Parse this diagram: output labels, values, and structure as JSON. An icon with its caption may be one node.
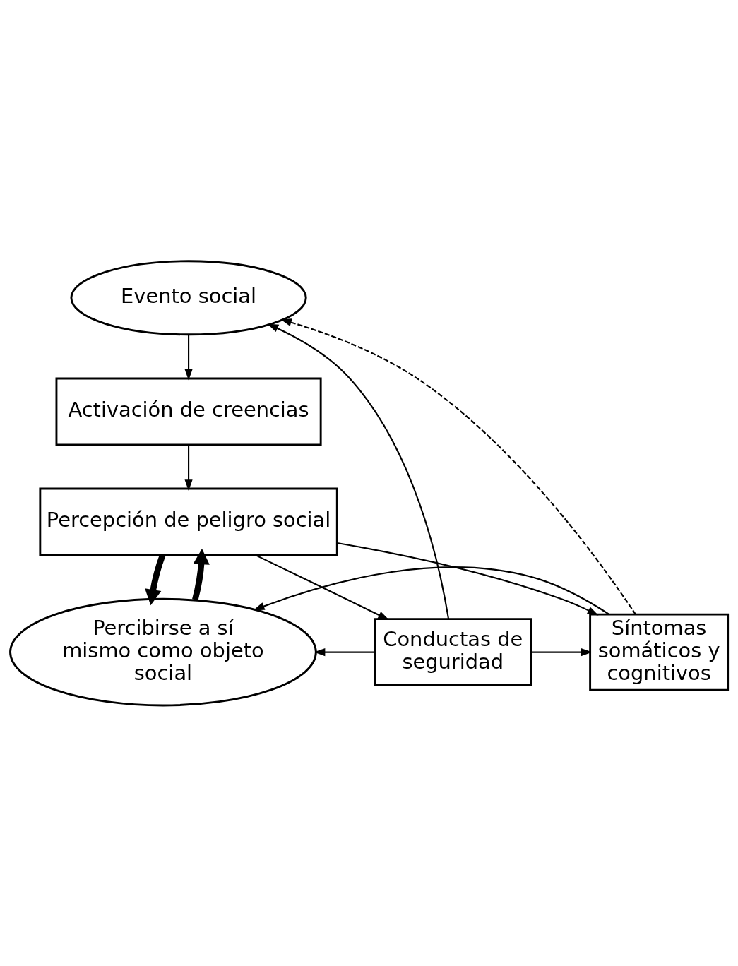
{
  "diagram": {
    "nodes": [
      {
        "text": [
          "Evento social"
        ]
      },
      {
        "text": [
          "Activación de creencias"
        ]
      },
      {
        "text": [
          "Percepción de peligro social"
        ]
      },
      {
        "text": [
          "Percibirse a sí mismo como objeto social"
        ]
      },
      {
        "text": [
          "Conductas de seguridad"
        ]
      },
      {
        "text": [
          "Síntomas somáticos y cognitivos"
        ]
      }
    ],
    "edges": [
      {
        "from": 0,
        "to": 1,
        "arrow": "to"
      },
      {
        "from": 1,
        "to": 2,
        "arrow": "to"
      },
      {
        "from": 3,
        "to": 2,
        "arrow": "to",
        "style": "thick"
      },
      {
        "from": 2,
        "to": 3,
        "arrow": "to",
        "style": "thick"
      },
      {
        "from": 2,
        "to": 4,
        "arrow": "to"
      },
      {
        "from": 2,
        "to": 5,
        "arrow": "to"
      },
      {
        "from": 4,
        "to": 3,
        "arrow": "to"
      },
      {
        "from": 5,
        "to": 3,
        "arrow": "to"
      },
      {
        "from": 4,
        "to": 5,
        "arrow": "to"
      },
      {
        "from": 4,
        "to": 0,
        "arrow": "to"
      },
      {
        "from": 5,
        "to": 0,
        "arrow": "to",
        "style": "dashed"
      }
    ]
  }
}
